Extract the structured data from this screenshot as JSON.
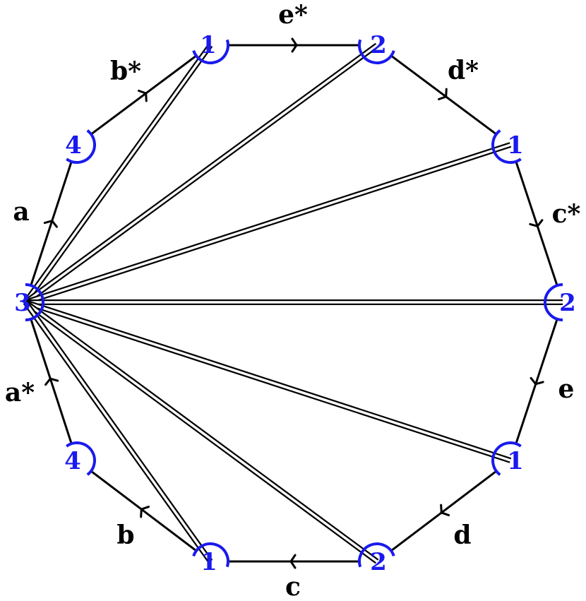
{
  "vertices": [
    {
      "id": "v-left",
      "label": "3"
    },
    {
      "id": "v-upper-left",
      "label": "4"
    },
    {
      "id": "v-top-left",
      "label": "1"
    },
    {
      "id": "v-top-right",
      "label": "2"
    },
    {
      "id": "v-upper-right",
      "label": "1"
    },
    {
      "id": "v-right",
      "label": "2"
    },
    {
      "id": "v-lower-right",
      "label": "1"
    },
    {
      "id": "v-bottom-right",
      "label": "2"
    },
    {
      "id": "v-bottom-left",
      "label": "1"
    },
    {
      "id": "v-lower-left",
      "label": "4"
    }
  ],
  "edges": [
    {
      "from": 0,
      "to": 1,
      "label": "a"
    },
    {
      "from": 1,
      "to": 2,
      "label": "b*"
    },
    {
      "from": 2,
      "to": 3,
      "label": "e*"
    },
    {
      "from": 3,
      "to": 4,
      "label": "d*"
    },
    {
      "from": 4,
      "to": 5,
      "label": "c*"
    },
    {
      "from": 5,
      "to": 6,
      "label": "e"
    },
    {
      "from": 6,
      "to": 7,
      "label": "d"
    },
    {
      "from": 7,
      "to": 8,
      "label": "c"
    },
    {
      "from": 8,
      "to": 9,
      "label": "b"
    },
    {
      "from": 9,
      "to": 0,
      "label": "a*"
    }
  ],
  "chords": [
    {
      "from": 0,
      "to": 2
    },
    {
      "from": 0,
      "to": 3
    },
    {
      "from": 0,
      "to": 4
    },
    {
      "from": 0,
      "to": 5
    },
    {
      "from": 0,
      "to": 6
    },
    {
      "from": 0,
      "to": 7
    },
    {
      "from": 0,
      "to": 8
    }
  ],
  "colors": {
    "edge": "#000000",
    "vertex": "#1a1aee",
    "background": "#ffffff"
  }
}
